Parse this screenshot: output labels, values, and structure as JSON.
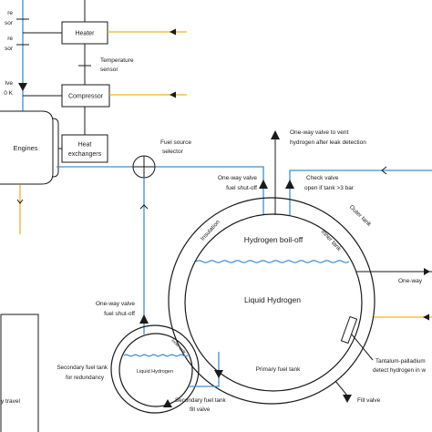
{
  "diagram": {
    "sensors_left": [
      {
        "line1": "re",
        "line2": "sor"
      },
      {
        "line1": "re",
        "line2": "sor"
      }
    ],
    "valve_left": {
      "line1": "lve",
      "line2": "0 K"
    },
    "heater": "Heater",
    "temperature_sensor": {
      "line1": "Temperature",
      "line2": "sensor"
    },
    "compressor": "Compressor",
    "engines": "Engines",
    "heat_exchangers": {
      "line1": "Heat",
      "line2": "exchangers"
    },
    "fuel_source_selector": {
      "line1": "Fuel source",
      "line2": "selector"
    },
    "vent_valve": {
      "line1": "One-way valve to vent",
      "line2": "hydrogen after leak detection"
    },
    "primary_shutoff": {
      "line1": "One-way valve",
      "line2": "fuel shut-off"
    },
    "check_valve": {
      "line1": "Check valve",
      "line2": "open if tank >3 bar"
    },
    "primary_tank": {
      "outer_label": "Outer tank",
      "insulation_label": "Insulation",
      "inner_label": "Inner tank",
      "gas_label": "Hydrogen boil-off",
      "liquid_label": "Liquid Hydrogen",
      "name": "Primary fuel tank"
    },
    "right_valve": {
      "line1": "One-way"
    },
    "leak_sensor": {
      "line1": "Tantalum-palladium",
      "line2": "detect hydrogen in w"
    },
    "fill_valve": "Fill valve",
    "secondary_shutoff": {
      "line1": "One-way valve",
      "line2": "fuel shut-off"
    },
    "secondary_tank": {
      "inner_label": "Inner tank",
      "liquid_label": "Liquid Hydrogen",
      "name_line1": "Secondary fuel tank",
      "name_line2": "for redundancy"
    },
    "secondary_fill_valve": {
      "line1": "Secondary fuel tank",
      "line2": "fill valve"
    },
    "bottom_left_box": "y travel"
  },
  "colors": {
    "hydrogen_line": "#3d8fd6",
    "yellow_line": "#f0b41c",
    "outline": "#1a1a1a"
  }
}
